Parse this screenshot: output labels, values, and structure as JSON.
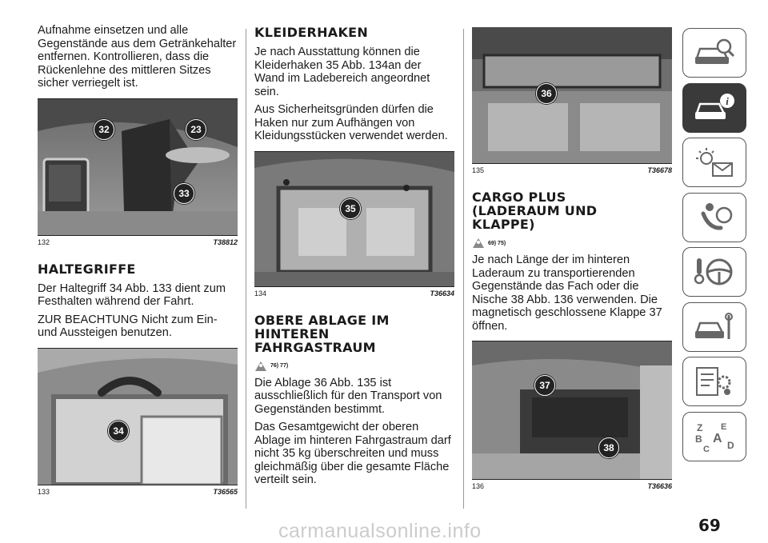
{
  "col1": {
    "intro": "Aufnahme einsetzen und alle Gegenstände aus dem Getränkehalter entfernen. Kontrollieren, dass die Rückenlehne des mittleren Sitzes sicher verriegelt ist.",
    "fig132": {
      "num": "132",
      "code": "T38812",
      "callouts": [
        "32",
        "23",
        "33"
      ]
    },
    "heading": "HALTEGRIFFE",
    "para1": "Der Haltegriff 34 Abb. 133 dient zum Festhalten während der Fahrt.",
    "para2": "ZUR BEACHTUNG Nicht zum Ein- und Aussteigen benutzen.",
    "fig133": {
      "num": "133",
      "code": "T36565",
      "callouts": [
        "34"
      ]
    }
  },
  "col2": {
    "heading": "KLEIDERHAKEN",
    "para1": "Je nach Ausstattung können die Kleiderhaken 35 Abb. 134an der Wand im Ladebereich angeordnet sein.",
    "para2": "Aus Sicherheitsgründen dürfen die Haken nur zum Aufhängen von Kleidungsstücken verwendet werden.",
    "fig134": {
      "num": "134",
      "code": "T36634",
      "callouts": [
        "35"
      ]
    },
    "heading2": "OBERE ABLAGE IM HINTEREN FAHRGASTRAUM",
    "warn_ref": "76) 77)",
    "para3": "Die Ablage 36 Abb. 135 ist ausschließlich für den Transport von Gegenständen bestimmt.",
    "para4": "Das Gesamtgewicht der oberen Ablage im hinteren Fahrgastraum darf nicht 35 kg überschreiten und muss gleichmäßig über die gesamte Fläche verteilt sein."
  },
  "col3": {
    "fig135": {
      "num": "135",
      "code": "T36678",
      "callouts": [
        "36"
      ]
    },
    "heading": "CARGO PLUS (LADERAUM UND KLAPPE)",
    "warn_ref": "69) 75)",
    "para1": "Je nach Länge der im hinteren Laderaum zu transportierenden Gegenstände das Fach oder die Nische 38 Abb. 136 verwenden. Die magnetisch geschlossene Klappe 37 öffnen.",
    "fig136": {
      "num": "136",
      "code": "T36636",
      "callouts": [
        "37",
        "38"
      ]
    }
  },
  "sidebar": {
    "tabs": [
      "car-search-icon",
      "car-info-icon",
      "warning-lights-icon",
      "airbag-seat-icon",
      "steering-key-icon",
      "car-service-icon",
      "settings-list-icon",
      "alphabet-index-icon"
    ],
    "active_index": 1
  },
  "page_number": "69",
  "watermark": "carmanualsonline.info"
}
